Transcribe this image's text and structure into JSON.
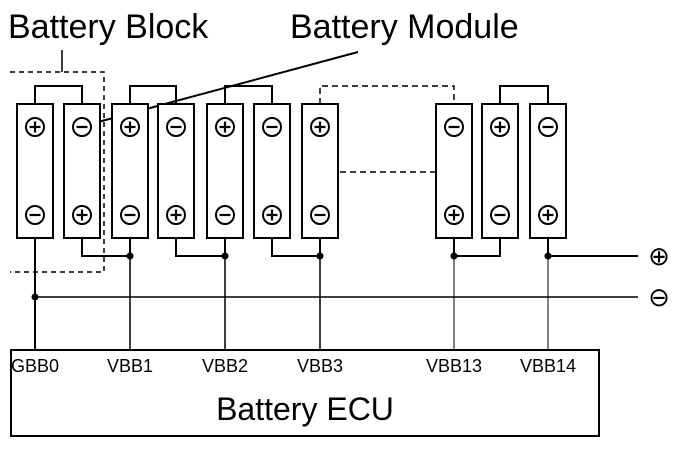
{
  "labels": {
    "battery_block": "Battery Block",
    "battery_module": "Battery Module",
    "ecu": "Battery ECU"
  },
  "terminals": [
    {
      "pin": "GBB0"
    },
    {
      "pin": "VBB1"
    },
    {
      "pin": "VBB2"
    },
    {
      "pin": "VBB3"
    },
    {
      "pin": "VBB13"
    },
    {
      "pin": "VBB14"
    }
  ],
  "output_terminals": {
    "positive": "⊕",
    "negative": "⊖"
  },
  "modules": [
    {
      "top": "+",
      "bottom": "−"
    },
    {
      "top": "−",
      "bottom": "+"
    },
    {
      "top": "+",
      "bottom": "−"
    },
    {
      "top": "−",
      "bottom": "+"
    },
    {
      "top": "+",
      "bottom": "−"
    },
    {
      "top": "−",
      "bottom": "+"
    },
    {
      "top": "+",
      "bottom": "−"
    },
    {
      "top": "−",
      "bottom": "+"
    },
    {
      "top": "+",
      "bottom": "−"
    },
    {
      "top": "−",
      "bottom": "+"
    }
  ],
  "colors": {
    "line": "#000000",
    "background": "#ffffff"
  }
}
